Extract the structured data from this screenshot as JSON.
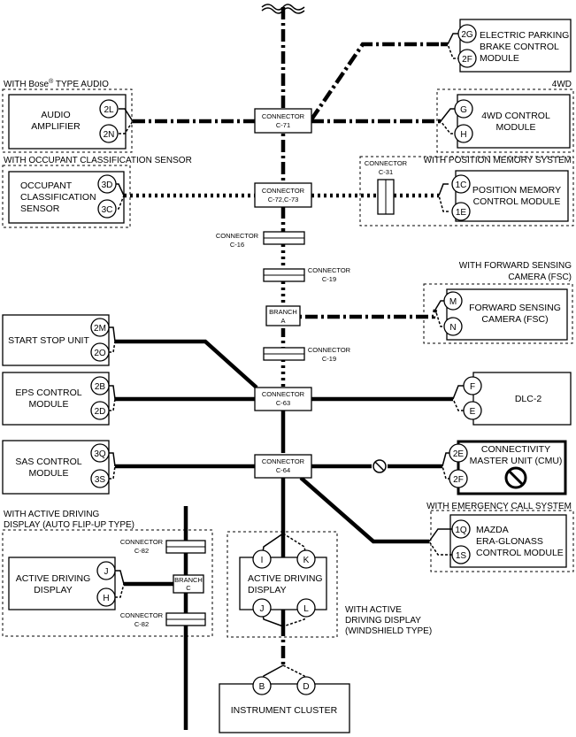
{
  "modules": {
    "epb": {
      "l1": "ELECTRIC PARKING",
      "l2": "BRAKE CONTROL",
      "l3": "MODULE",
      "p1": "2G",
      "p2": "2F"
    },
    "audio": {
      "group": "WITH Bose",
      "group_sup": "®",
      "group_tail": " TYPE AUDIO",
      "l1": "AUDIO",
      "l2": "AMPLIFIER",
      "p1": "2L",
      "p2": "2N"
    },
    "fwd": {
      "group": "4WD",
      "l1": "4WD CONTROL",
      "l2": "MODULE",
      "p1": "G",
      "p2": "H"
    },
    "ocs": {
      "group": "WITH OCCUPANT CLASSIFICATION SENSOR",
      "l1": "OCCUPANT",
      "l2": "CLASSIFICATION",
      "l3": "SENSOR",
      "p1": "3D",
      "p2": "3C"
    },
    "pos": {
      "group": "WITH POSITION MEMORY SYSTEM",
      "l1": "POSITION MEMORY",
      "l2": "CONTROL MODULE",
      "p1": "1C",
      "p2": "1E"
    },
    "fsc": {
      "group1": "WITH FORWARD SENSING",
      "group2": "CAMERA (FSC)",
      "l1": "FORWARD SENSING",
      "l2": "CAMERA (FSC)",
      "p1": "M",
      "p2": "N"
    },
    "ssu": {
      "l1": "START STOP UNIT",
      "p1": "2M",
      "p2": "2O"
    },
    "eps": {
      "l1": "EPS CONTROL",
      "l2": "MODULE",
      "p1": "2B",
      "p2": "2D"
    },
    "dlc": {
      "l1": "DLC-2",
      "p1": "F",
      "p2": "E"
    },
    "sas": {
      "l1": "SAS CONTROL",
      "l2": "MODULE",
      "p1": "3Q",
      "p2": "3S"
    },
    "cmu": {
      "l1": "CONNECTIVITY",
      "l2": "MASTER UNIT (CMU)",
      "p1": "2E",
      "p2": "2F"
    },
    "era": {
      "group": "WITH EMERGENCY CALL SYSTEM",
      "l1": "MAZDA",
      "l2": "ERA-GLONASS",
      "l3": "CONTROL MODULE",
      "p1": "1Q",
      "p2": "1S"
    },
    "adda": {
      "group1": "WITH ACTIVE DRIVING",
      "group2": "DISPLAY (AUTO FLIP-UP TYPE)",
      "l1": "ACTIVE DRIVING",
      "l2": "DISPLAY",
      "p1": "J",
      "p2": "H"
    },
    "addw": {
      "group1": "WITH ACTIVE",
      "group2": "DRIVING DISPLAY",
      "group3": "(WINDSHIELD TYPE)",
      "l1": "ACTIVE DRIVING",
      "l2": "DISPLAY",
      "p1": "I",
      "p2": "K",
      "p3": "J",
      "p4": "L"
    },
    "ic": {
      "l1": "INSTRUMENT CLUSTER",
      "p1": "B",
      "p2": "D"
    }
  },
  "connectors": {
    "c71": {
      "l1": "CONNECTOR",
      "l2": "C-71"
    },
    "c72": {
      "l1": "CONNECTOR",
      "l2": "C-72,C-73"
    },
    "c31": {
      "l1": "CONNECTOR",
      "l2": "C-31"
    },
    "c16": {
      "l1": "CONNECTOR",
      "l2": "C-16"
    },
    "c19a": {
      "l1": "CONNECTOR",
      "l2": "C-19"
    },
    "brA": {
      "l1": "BRANCH",
      "l2": "A"
    },
    "c19b": {
      "l1": "CONNECTOR",
      "l2": "C-19"
    },
    "c63": {
      "l1": "CONNECTOR",
      "l2": "C-63"
    },
    "c64": {
      "l1": "CONNECTOR",
      "l2": "C-64"
    },
    "c82a": {
      "l1": "CONNECTOR",
      "l2": "C-82"
    },
    "brC": {
      "l1": "BRANCH",
      "l2": "C"
    },
    "c82b": {
      "l1": "CONNECTOR",
      "l2": "C-82"
    }
  }
}
